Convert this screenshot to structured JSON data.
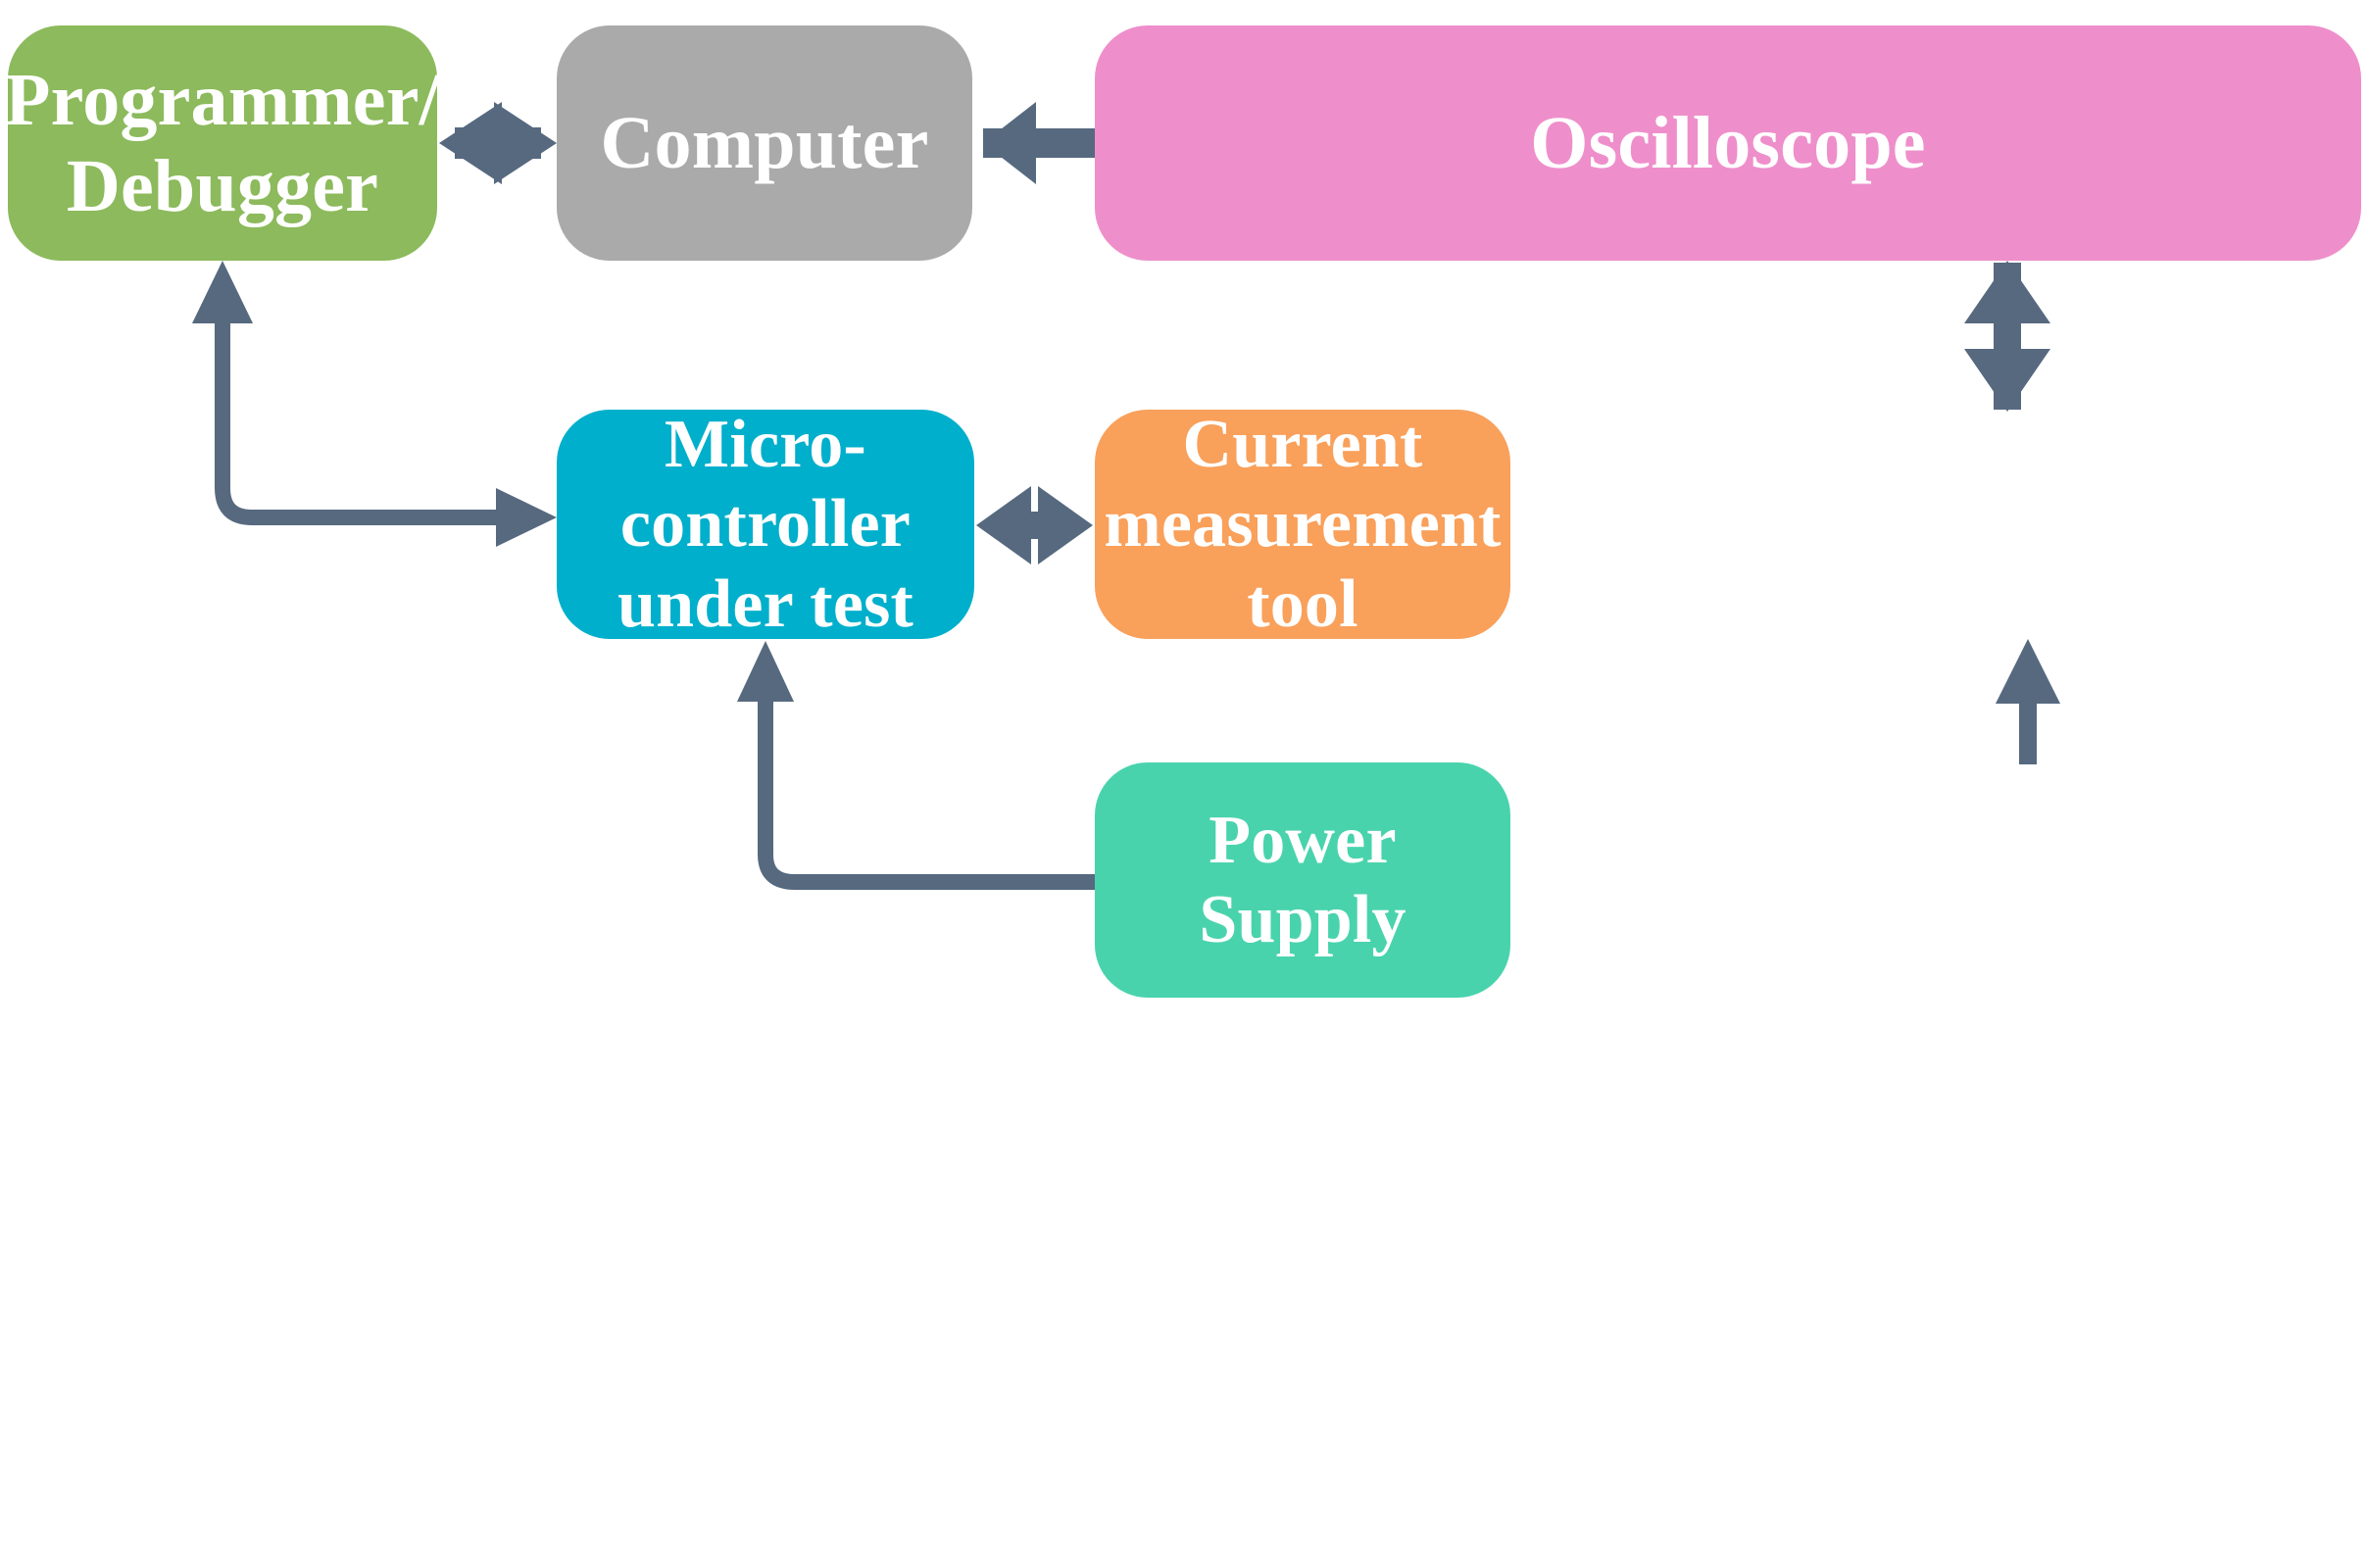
{
  "diagram": {
    "title": "Microcontroller current measurement test setup block diagram",
    "background_color": "#ffffff",
    "connector_color": "#56697f",
    "text_color": "#ffffff",
    "nodes": [
      {
        "id": "programmer",
        "label": "Programmer/\nDebugger",
        "color": "#8cba5c",
        "name": "block-programmer-debugger"
      },
      {
        "id": "computer",
        "label": "Computer",
        "color": "#aaaaaa",
        "name": "block-computer"
      },
      {
        "id": "oscilloscope",
        "label": "Oscilloscope",
        "color": "#ee8fcb",
        "name": "block-oscilloscope"
      },
      {
        "id": "mcu",
        "label": "Micro-\ncontroller\nunder test",
        "color": "#00afcb",
        "name": "block-microcontroller-under-test"
      },
      {
        "id": "current_tool",
        "label": "Current\nmeasurement\ntool",
        "color": "#f9a05b",
        "name": "block-current-measurement-tool"
      },
      {
        "id": "power_supply",
        "label": "Power Supply",
        "color": "#49d3ad",
        "name": "block-power-supply"
      }
    ],
    "connections": [
      {
        "id": "programmer_computer",
        "from": "programmer",
        "to": "computer",
        "arrow": "bidirectional",
        "orientation": "horizontal",
        "name": "connector-programmer-computer"
      },
      {
        "id": "oscilloscope_computer",
        "from": "oscilloscope",
        "to": "computer",
        "arrow": "unidirectional",
        "orientation": "horizontal",
        "name": "connector-oscilloscope-computer"
      },
      {
        "id": "oscilloscope_current_tool",
        "from": "oscilloscope",
        "to": "current_tool",
        "arrow": "bidirectional",
        "orientation": "vertical",
        "name": "connector-oscilloscope-current-tool"
      },
      {
        "id": "mcu_current_tool",
        "from": "mcu",
        "to": "current_tool",
        "arrow": "bidirectional",
        "orientation": "horizontal",
        "name": "connector-microcontroller-current-tool"
      },
      {
        "id": "mcu_programmer",
        "from": "mcu",
        "to": "programmer",
        "arrow": "bidirectional",
        "orientation": "elbow",
        "name": "connector-programmer-microcontroller"
      },
      {
        "id": "power_mcu",
        "from": "power_supply",
        "to": "mcu",
        "arrow": "unidirectional",
        "orientation": "elbow",
        "name": "connector-power-supply-microcontroller"
      },
      {
        "id": "power_current_tool",
        "from": "power_supply",
        "to": "current_tool",
        "arrow": "unidirectional",
        "orientation": "vertical",
        "name": "connector-power-supply-current-tool"
      }
    ]
  }
}
